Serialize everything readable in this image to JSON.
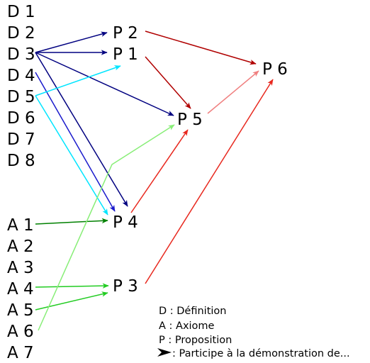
{
  "colors": {
    "default_text": "#000000",
    "p5_text": "#f08080",
    "navy": "#000080",
    "blue": "#1a1acc",
    "cyan": "#00e5ff",
    "dark_red": "#b00000",
    "red": "#e8281e",
    "salmon": "#f08080",
    "dark_green": "#008000",
    "green": "#22cc22",
    "light_green": "#88ee77"
  },
  "definitions": [
    "D 1",
    "D 2",
    "D 3",
    "D 4",
    "D 5",
    "D 6",
    "D 7",
    "D 8"
  ],
  "axioms": [
    "A 1",
    "A 2",
    "A 3",
    "A 4",
    "A 5",
    "A 6",
    "A 7"
  ],
  "propositions": {
    "p1": "P 1",
    "p2": "P 2",
    "p3": "P 3",
    "p4": "P 4",
    "p5": "P 5",
    "p6": "P 6"
  },
  "legend": {
    "definition": "D : Définition",
    "axiome": "A : Axiome",
    "proposition": "P : Proposition",
    "participe": ": Participe à la démonstration de..."
  },
  "edges": [
    {
      "from": "D 3",
      "to": "P 2",
      "color": "navy"
    },
    {
      "from": "D 3",
      "to": "P 1",
      "color": "navy"
    },
    {
      "from": "D 3",
      "to": "P 5",
      "color": "navy"
    },
    {
      "from": "D 3",
      "to": "P 4",
      "color": "navy"
    },
    {
      "from": "D 4",
      "to": "P 4",
      "color": "blue"
    },
    {
      "from": "D 5",
      "to": "P 1",
      "color": "cyan"
    },
    {
      "from": "D 5",
      "to": "P 4",
      "color": "cyan"
    },
    {
      "from": "A 1",
      "to": "P 4",
      "color": "dark_green"
    },
    {
      "from": "A 4",
      "to": "P 3",
      "color": "green"
    },
    {
      "from": "A 5",
      "to": "P 3",
      "color": "green"
    },
    {
      "from": "A 6",
      "to": "P 5",
      "color": "light_green"
    },
    {
      "from": "P 1",
      "to": "P 5",
      "color": "dark_red"
    },
    {
      "from": "P 2",
      "to": "P 6",
      "color": "dark_red"
    },
    {
      "from": "P 4",
      "to": "P 5",
      "color": "red"
    },
    {
      "from": "P 3",
      "to": "P 6",
      "color": "red"
    },
    {
      "from": "P 5",
      "to": "P 6",
      "color": "salmon"
    }
  ]
}
